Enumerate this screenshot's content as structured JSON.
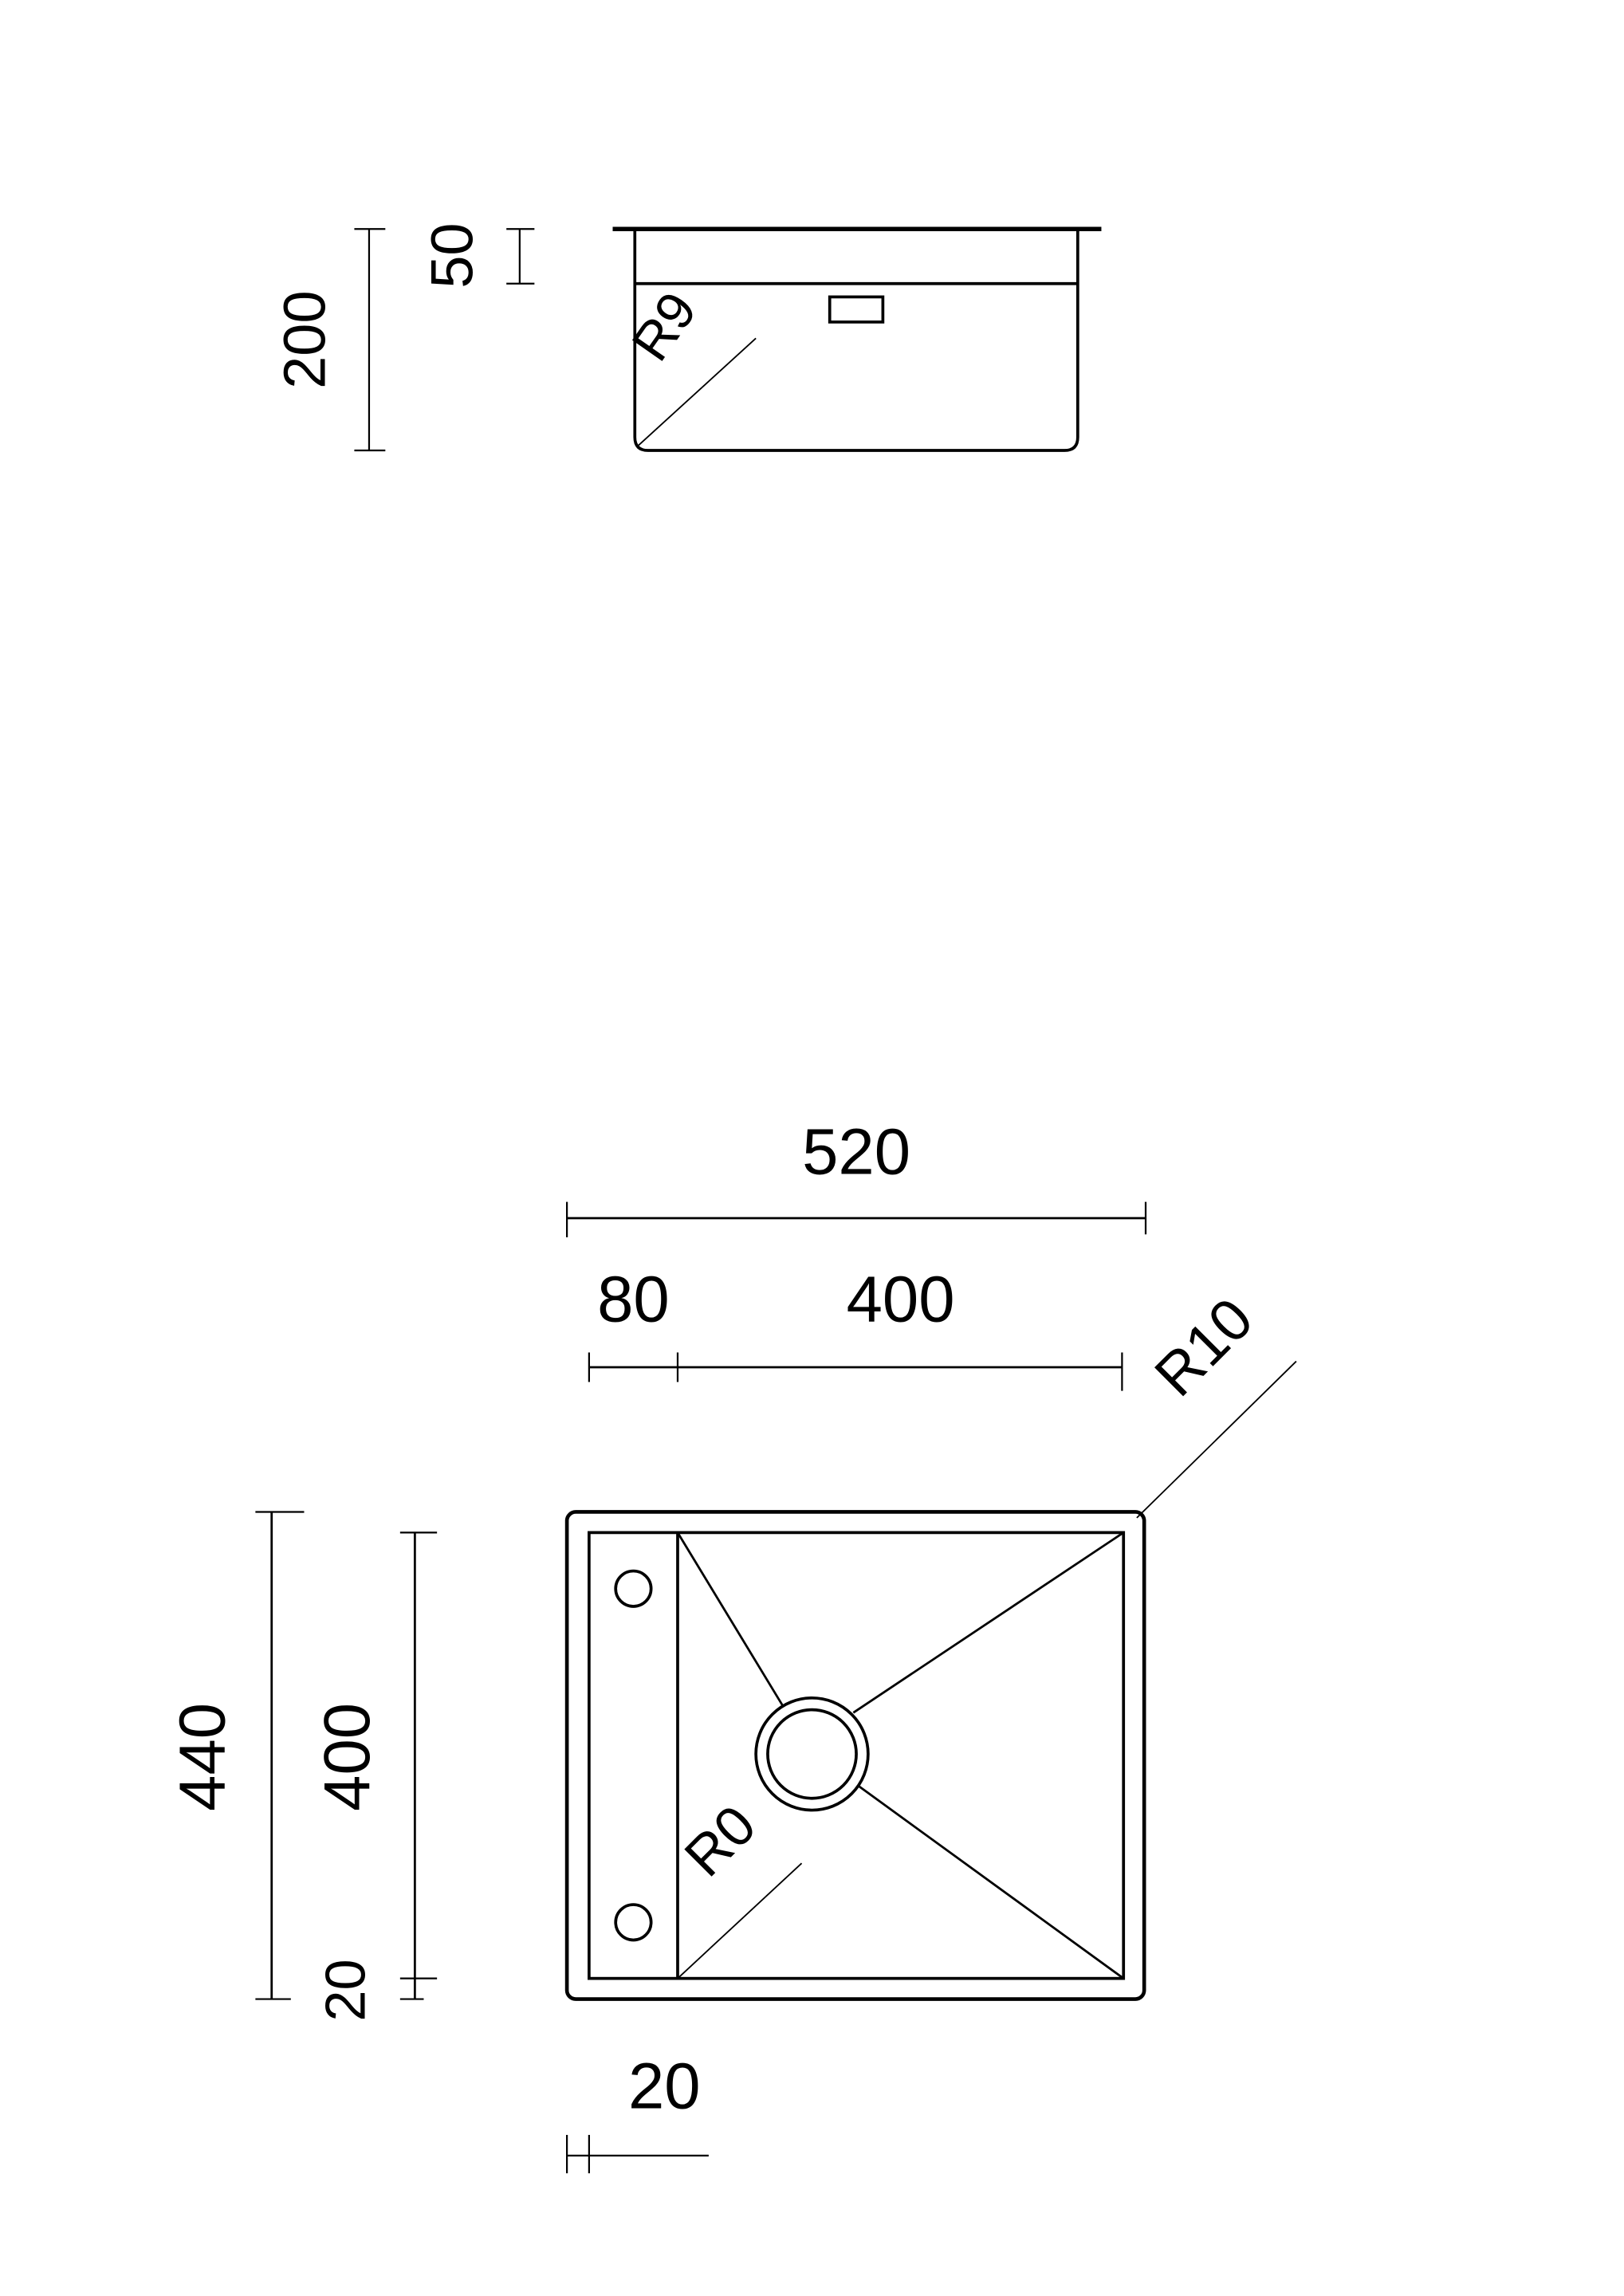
{
  "side_view": {
    "labels": {
      "total_height": "200",
      "rim_height": "50",
      "corner_radius": "R9"
    }
  },
  "top_view": {
    "labels": {
      "overall_width": "520",
      "drainboard_width": "80",
      "bowl_width": "400",
      "outer_corner_radius": "R10",
      "overall_depth": "440",
      "bowl_depth": "400",
      "bottom_margin": "20",
      "inner_corner_radius": "R0",
      "left_margin": "20"
    }
  },
  "colors": {
    "line": "#000000",
    "background": "#ffffff"
  }
}
